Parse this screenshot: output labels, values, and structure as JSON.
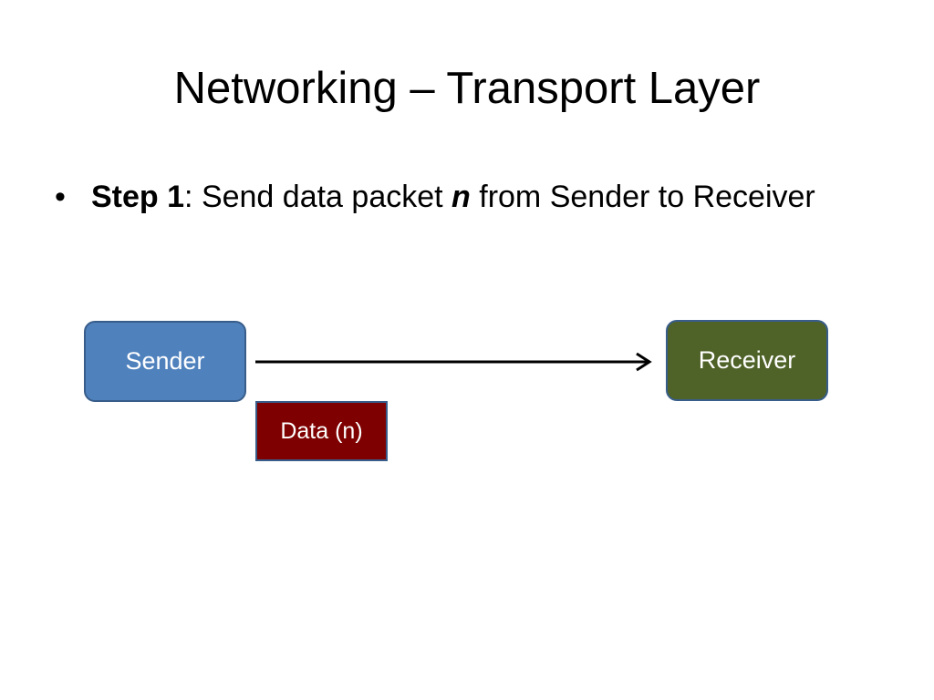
{
  "slide": {
    "title": "Networking – Transport Layer",
    "bullet": {
      "glyph": "•",
      "step_label": "Step 1",
      "text_before_var": ": Send data packet ",
      "variable": "n",
      "text_after_var": " from Sender to Receiver"
    }
  },
  "diagram": {
    "sender_label": "Sender",
    "receiver_label": "Receiver",
    "packet_label": "Data (n)",
    "colors": {
      "sender_fill": "#4f81bd",
      "receiver_fill": "#4f6228",
      "packet_fill": "#7f0000",
      "box_border": "#385d8a",
      "arrow": "#000000"
    }
  }
}
